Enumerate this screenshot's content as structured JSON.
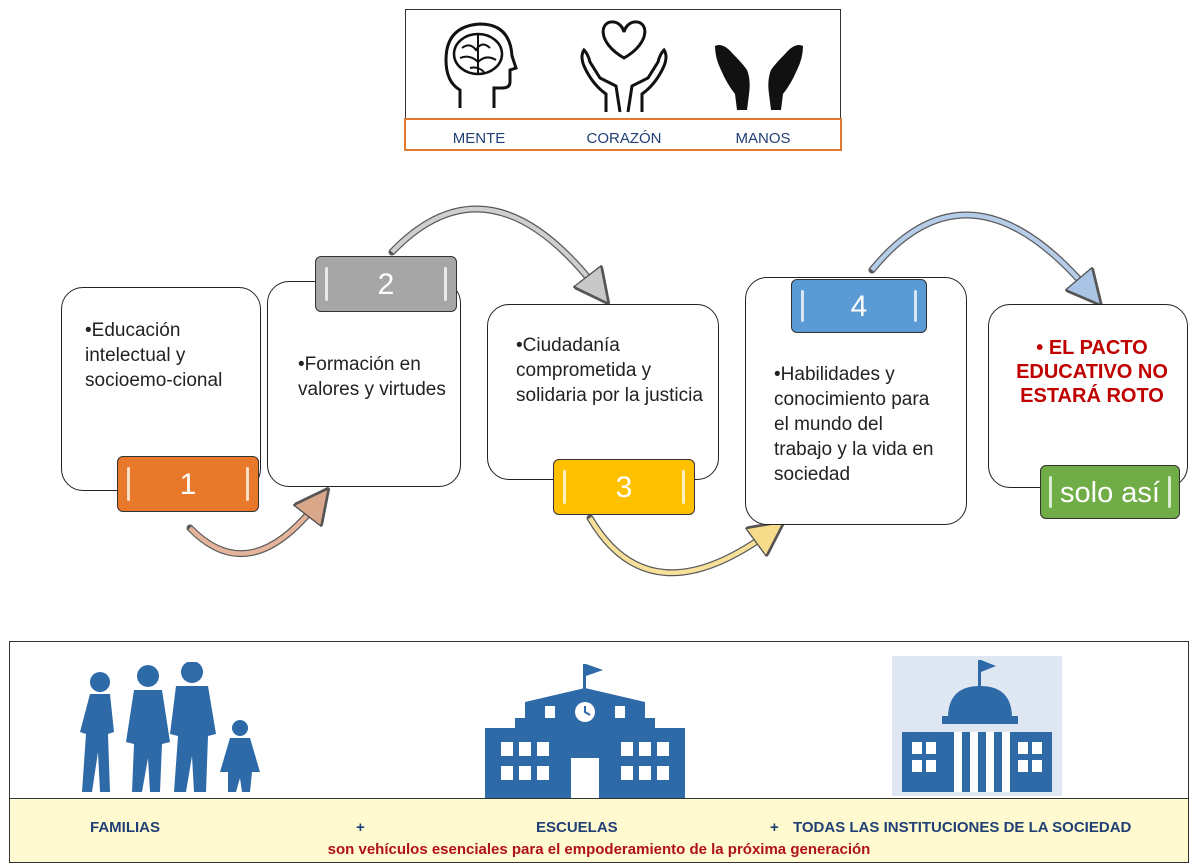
{
  "top_panel": {
    "labels": [
      "MENTE",
      "CORAZÓN",
      "MANOS"
    ],
    "icons": [
      "brain-head-icon",
      "heart-hands-icon",
      "hands-icon"
    ],
    "strip_color": "#e07a2e"
  },
  "steps": [
    {
      "number": "1",
      "text": "•Educación intelectual y socioemo-cional",
      "color": "#e8782a"
    },
    {
      "number": "2",
      "text": "•Formación en valores y virtudes",
      "color": "#a6a6a6"
    },
    {
      "number": "3",
      "text": "•Ciudadanía comprometida y solidaria por la justicia",
      "color": "#ffc000"
    },
    {
      "number": "4",
      "text": "•Habilidades y conocimiento para el mundo del trabajo y la vida en sociedad",
      "color": "#5b9bd5"
    }
  ],
  "final_box": {
    "text": "• EL PACTO EDUCATIVO NO ESTARÁ ROTO",
    "tab": "solo así",
    "text_color": "#c00000",
    "tab_color": "#70ad47"
  },
  "bottom_panel": {
    "icons": [
      "family-icon",
      "school-icon",
      "institution-icon"
    ],
    "familias": "FAMILIAS",
    "plus1": "+",
    "escuelas": "ESCUELAS",
    "plus2": "+",
    "instituciones": "TODAS LAS INSTITUCIONES DE LA SOCIEDAD",
    "tagline": "son vehículos esenciales para el empoderamiento de la próxima generación",
    "icon_color": "#2e6aa8",
    "strip_color": "#fffacf"
  }
}
